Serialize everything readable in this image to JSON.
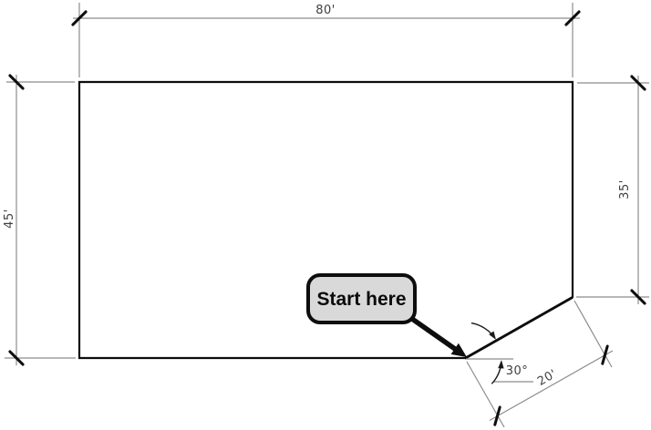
{
  "diagram": {
    "dimensions": {
      "top": "80'",
      "left": "45'",
      "right": "35'",
      "diagonal": "20'",
      "angle": "30°"
    },
    "callout": {
      "label": "Start here"
    },
    "colors": {
      "background": "#ffffff",
      "outline": "#0d0d0d",
      "dimension_lines": "#8c8c8c",
      "dimension_text": "#3f3f3f",
      "tick_marks": "#0d0d0d",
      "callout_fill": "#d9d9d9",
      "callout_border": "#0d0d0d"
    }
  }
}
